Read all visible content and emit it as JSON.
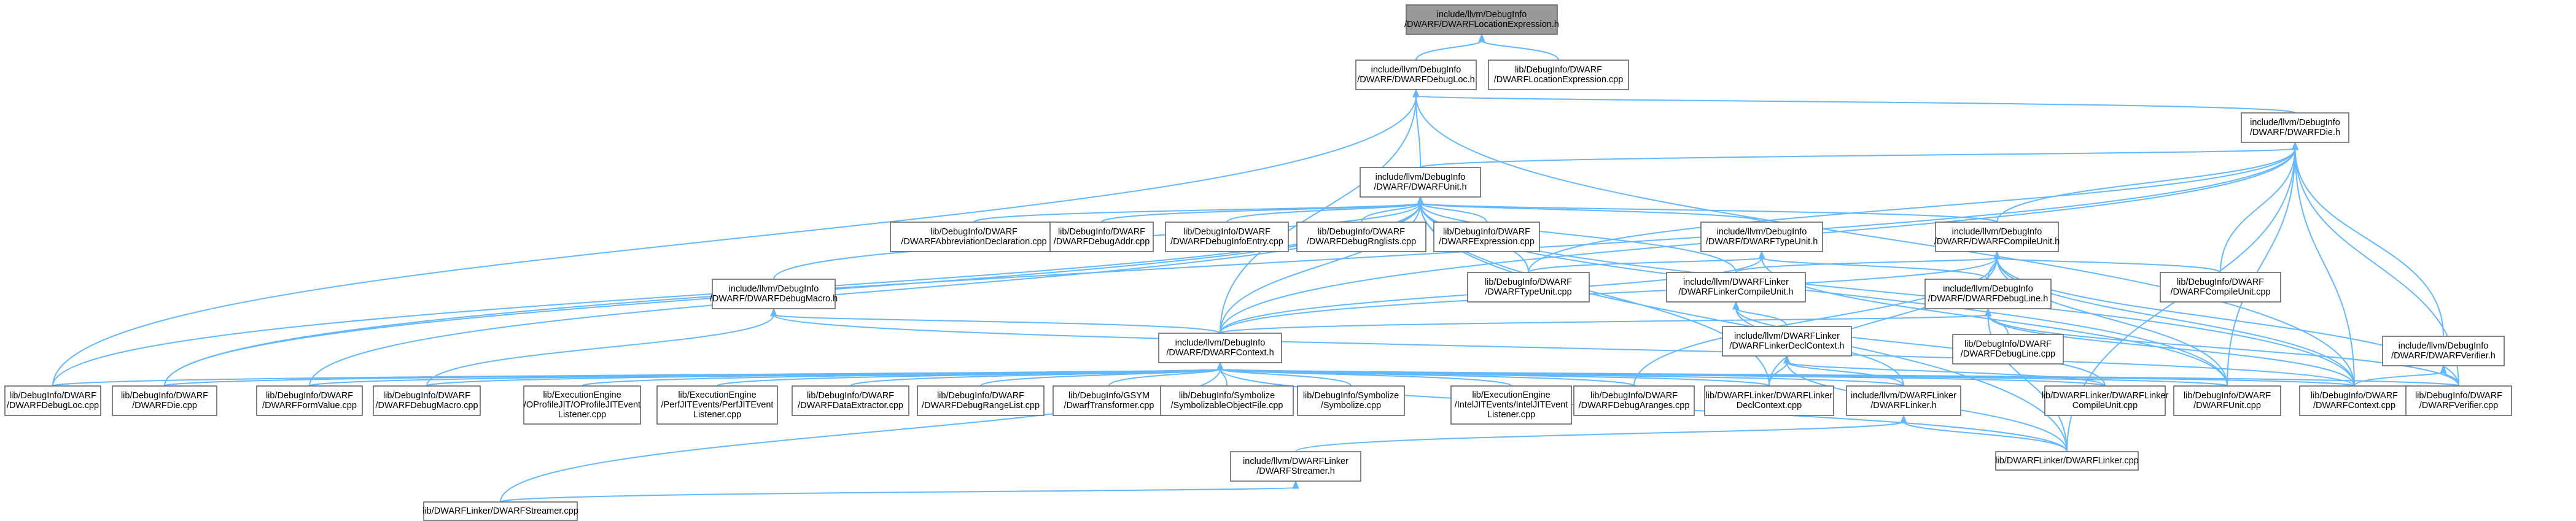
{
  "nodes": [
    {
      "id": "n0",
      "lines": [
        "include/llvm/DebugInfo",
        "/DWARF/DWARFLocationExpression.h"
      ],
      "root": true
    },
    {
      "id": "n1",
      "lines": [
        "include/llvm/DebugInfo",
        "/DWARF/DWARFDebugLoc.h"
      ]
    },
    {
      "id": "n2",
      "lines": [
        "lib/DebugInfo/DWARF",
        "/DWARFLocationExpression.cpp"
      ]
    },
    {
      "id": "n3",
      "lines": [
        "include/llvm/DebugInfo",
        "/DWARF/DWARFDie.h"
      ]
    },
    {
      "id": "n4",
      "lines": [
        "include/llvm/DebugInfo",
        "/DWARF/DWARFUnit.h"
      ]
    },
    {
      "id": "n5",
      "lines": [
        "lib/DebugInfo/DWARF",
        "/DWARFAbbreviationDeclaration.cpp"
      ]
    },
    {
      "id": "n6",
      "lines": [
        "lib/DebugInfo/DWARF",
        "/DWARFDebugAddr.cpp"
      ]
    },
    {
      "id": "n7",
      "lines": [
        "lib/DebugInfo/DWARF",
        "/DWARFDebugInfoEntry.cpp"
      ]
    },
    {
      "id": "n8",
      "lines": [
        "lib/DebugInfo/DWARF",
        "/DWARFDebugRnglists.cpp"
      ]
    },
    {
      "id": "n9",
      "lines": [
        "lib/DebugInfo/DWARF",
        "/DWARFExpression.cpp"
      ]
    },
    {
      "id": "n10",
      "lines": [
        "include/llvm/DebugInfo",
        "/DWARF/DWARFTypeUnit.h"
      ]
    },
    {
      "id": "n11",
      "lines": [
        "include/llvm/DebugInfo",
        "/DWARF/DWARFCompileUnit.h"
      ]
    },
    {
      "id": "n12",
      "lines": [
        "include/llvm/DebugInfo",
        "/DWARF/DWARFDebugMacro.h"
      ]
    },
    {
      "id": "n13",
      "lines": [
        "lib/DebugInfo/DWARF",
        "/DWARFTypeUnit.cpp"
      ]
    },
    {
      "id": "n14",
      "lines": [
        "include/llvm/DWARFLinker",
        "/DWARFLinkerCompileUnit.h"
      ]
    },
    {
      "id": "n15",
      "lines": [
        "include/llvm/DebugInfo",
        "/DWARF/DWARFDebugLine.h"
      ]
    },
    {
      "id": "n16",
      "lines": [
        "lib/DebugInfo/DWARF",
        "/DWARFCompileUnit.cpp"
      ]
    },
    {
      "id": "n17",
      "lines": [
        "include/llvm/DebugInfo",
        "/DWARF/DWARFVerifier.h"
      ]
    },
    {
      "id": "n18",
      "lines": [
        "include/llvm/DebugInfo",
        "/DWARF/DWARFContext.h"
      ]
    },
    {
      "id": "n19",
      "lines": [
        "include/llvm/DWARFLinker",
        "/DWARFLinkerDeclContext.h"
      ]
    },
    {
      "id": "n20",
      "lines": [
        "lib/DebugInfo/DWARF",
        "/DWARFDebugLine.cpp"
      ]
    },
    {
      "id": "n21",
      "lines": [
        "lib/DebugInfo/DWARF",
        "/DWARFDebugLoc.cpp"
      ]
    },
    {
      "id": "n22",
      "lines": [
        "lib/DebugInfo/DWARF",
        "/DWARFDie.cpp"
      ]
    },
    {
      "id": "n23",
      "lines": [
        "lib/DebugInfo/DWARF",
        "/DWARFFormValue.cpp"
      ]
    },
    {
      "id": "n24",
      "lines": [
        "lib/DebugInfo/DWARF",
        "/DWARFDebugMacro.cpp"
      ]
    },
    {
      "id": "n25",
      "lines": [
        "lib/ExecutionEngine",
        "/OProfileJIT/OProfileJITEvent",
        "Listener.cpp"
      ]
    },
    {
      "id": "n26",
      "lines": [
        "lib/ExecutionEngine",
        "/PerfJITEvents/PerfJITEvent",
        "Listener.cpp"
      ]
    },
    {
      "id": "n27",
      "lines": [
        "lib/DebugInfo/DWARF",
        "/DWARFDataExtractor.cpp"
      ]
    },
    {
      "id": "n28",
      "lines": [
        "lib/DebugInfo/DWARF",
        "/DWARFDebugRangeList.cpp"
      ]
    },
    {
      "id": "n29",
      "lines": [
        "lib/DebugInfo/GSYM",
        "/DwarfTransformer.cpp"
      ]
    },
    {
      "id": "n30",
      "lines": [
        "lib/DebugInfo/Symbolize",
        "/SymbolizableObjectFile.cpp"
      ]
    },
    {
      "id": "n31",
      "lines": [
        "lib/DebugInfo/Symbolize",
        "/Symbolize.cpp"
      ]
    },
    {
      "id": "n32",
      "lines": [
        "lib/ExecutionEngine",
        "/IntelJITEvents/IntelJITEvent",
        "Listener.cpp"
      ]
    },
    {
      "id": "n33",
      "lines": [
        "lib/DebugInfo/DWARF",
        "/DWARFDebugAranges.cpp"
      ]
    },
    {
      "id": "n34",
      "lines": [
        "lib/DWARFLinker/DWARFLinker",
        "DeclContext.cpp"
      ]
    },
    {
      "id": "n35",
      "lines": [
        "include/llvm/DWARFLinker",
        "/DWARFLinker.h"
      ]
    },
    {
      "id": "n36",
      "lines": [
        "lib/DWARFLinker/DWARFLinker",
        "CompileUnit.cpp"
      ]
    },
    {
      "id": "n37",
      "lines": [
        "lib/DebugInfo/DWARF",
        "/DWARFUnit.cpp"
      ]
    },
    {
      "id": "n38",
      "lines": [
        "lib/DebugInfo/DWARF",
        "/DWARFContext.cpp"
      ]
    },
    {
      "id": "n39",
      "lines": [
        "lib/DebugInfo/DWARF",
        "/DWARFVerifier.cpp"
      ]
    },
    {
      "id": "n40",
      "lines": [
        "include/llvm/DWARFLinker",
        "/DWARFStreamer.h"
      ]
    },
    {
      "id": "n41",
      "lines": [
        "lib/DWARFLinker/DWARFLinker.cpp"
      ]
    },
    {
      "id": "n42",
      "lines": [
        "lib/DWARFLinker/DWARFStreamer.cpp"
      ]
    }
  ],
  "edges": [
    [
      "n0",
      "n1"
    ],
    [
      "n0",
      "n2"
    ],
    [
      "n1",
      "n3"
    ],
    [
      "n1",
      "n4"
    ],
    [
      "n1",
      "n18"
    ],
    [
      "n1",
      "n21"
    ],
    [
      "n1",
      "n38"
    ],
    [
      "n3",
      "n4"
    ],
    [
      "n3",
      "n13"
    ],
    [
      "n3",
      "n11"
    ],
    [
      "n3",
      "n16"
    ],
    [
      "n3",
      "n17"
    ],
    [
      "n3",
      "n22"
    ],
    [
      "n3",
      "n18"
    ],
    [
      "n3",
      "n37"
    ],
    [
      "n3",
      "n38"
    ],
    [
      "n3",
      "n39"
    ],
    [
      "n3",
      "n41"
    ],
    [
      "n4",
      "n5"
    ],
    [
      "n4",
      "n6"
    ],
    [
      "n4",
      "n7"
    ],
    [
      "n4",
      "n8"
    ],
    [
      "n4",
      "n9"
    ],
    [
      "n4",
      "n10"
    ],
    [
      "n4",
      "n11"
    ],
    [
      "n4",
      "n12"
    ],
    [
      "n4",
      "n13"
    ],
    [
      "n4",
      "n14"
    ],
    [
      "n4",
      "n18"
    ],
    [
      "n4",
      "n21"
    ],
    [
      "n4",
      "n22"
    ],
    [
      "n4",
      "n23"
    ],
    [
      "n4",
      "n34"
    ],
    [
      "n4",
      "n37"
    ],
    [
      "n4",
      "n38"
    ],
    [
      "n4",
      "n41"
    ],
    [
      "n10",
      "n13"
    ],
    [
      "n10",
      "n15"
    ],
    [
      "n10",
      "n18"
    ],
    [
      "n10",
      "n37"
    ],
    [
      "n11",
      "n14"
    ],
    [
      "n11",
      "n15"
    ],
    [
      "n11",
      "n16"
    ],
    [
      "n11",
      "n18"
    ],
    [
      "n11",
      "n33"
    ],
    [
      "n11",
      "n34"
    ],
    [
      "n11",
      "n37"
    ],
    [
      "n11",
      "n38"
    ],
    [
      "n11",
      "n39"
    ],
    [
      "n12",
      "n18"
    ],
    [
      "n12",
      "n24"
    ],
    [
      "n12",
      "n38"
    ],
    [
      "n14",
      "n19"
    ],
    [
      "n14",
      "n35"
    ],
    [
      "n14",
      "n36"
    ],
    [
      "n15",
      "n18"
    ],
    [
      "n15",
      "n20"
    ],
    [
      "n15",
      "n38"
    ],
    [
      "n15",
      "n39"
    ],
    [
      "n15",
      "n41"
    ],
    [
      "n17",
      "n38"
    ],
    [
      "n17",
      "n39"
    ],
    [
      "n18",
      "n21"
    ],
    [
      "n18",
      "n22"
    ],
    [
      "n18",
      "n23"
    ],
    [
      "n18",
      "n24"
    ],
    [
      "n18",
      "n25"
    ],
    [
      "n18",
      "n26"
    ],
    [
      "n18",
      "n27"
    ],
    [
      "n18",
      "n28"
    ],
    [
      "n18",
      "n29"
    ],
    [
      "n18",
      "n30"
    ],
    [
      "n18",
      "n31"
    ],
    [
      "n18",
      "n32"
    ],
    [
      "n18",
      "n33"
    ],
    [
      "n18",
      "n34"
    ],
    [
      "n18",
      "n35"
    ],
    [
      "n18",
      "n36"
    ],
    [
      "n18",
      "n37"
    ],
    [
      "n18",
      "n38"
    ],
    [
      "n18",
      "n39"
    ],
    [
      "n18",
      "n41"
    ],
    [
      "n18",
      "n42"
    ],
    [
      "n19",
      "n34"
    ],
    [
      "n19",
      "n35"
    ],
    [
      "n19",
      "n36"
    ],
    [
      "n19",
      "n41"
    ],
    [
      "n35",
      "n40"
    ],
    [
      "n35",
      "n41"
    ],
    [
      "n40",
      "n42"
    ]
  ]
}
